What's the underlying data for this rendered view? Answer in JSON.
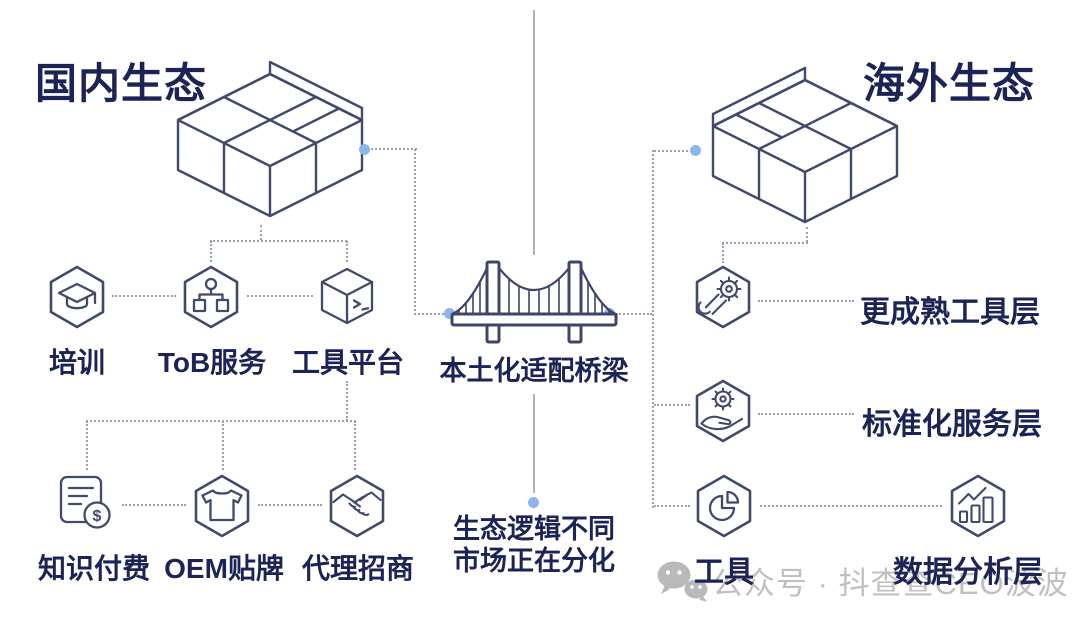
{
  "titles": {
    "left": "国内生态",
    "right": "海外生态"
  },
  "left_ecosystem": {
    "row1": [
      {
        "label": "培训",
        "icon": "graduation-cap-icon"
      },
      {
        "label": "ToB服务",
        "icon": "org-chart-icon"
      },
      {
        "label": "工具平台",
        "icon": "cube-terminal-icon"
      }
    ],
    "row2": [
      {
        "label": "知识付费",
        "icon": "document-dollar-icon"
      },
      {
        "label": "OEM贴牌",
        "icon": "tshirt-icon"
      },
      {
        "label": "代理招商",
        "icon": "handshake-icon"
      }
    ]
  },
  "bridge": {
    "label": "本土化适配桥梁",
    "icon": "suspension-bridge-icon",
    "note_line1": "生态逻辑不同",
    "note_line2": "市场正在分化"
  },
  "right_ecosystem": {
    "layers": [
      {
        "label": "更成熟工具层",
        "icon": "wrench-gear-icon"
      },
      {
        "label": "标准化服务层",
        "icon": "gear-hand-icon"
      },
      {
        "label": "工具",
        "icon": "pie-chart-icon"
      },
      {
        "label": "数据分析层",
        "icon": "bar-chart-icon"
      }
    ]
  },
  "watermark": {
    "text": "公众号 · 抖查查CEO波波",
    "icon": "wechat-icon"
  },
  "colors": {
    "navy_text": "#1c2355",
    "icon_stroke": "#424a6b",
    "connector_gray": "#9ba1b0",
    "node_blue": "#8cb5e9",
    "divider_gray": "#b3b3b5",
    "watermark_gray": "#c0c0c0"
  }
}
